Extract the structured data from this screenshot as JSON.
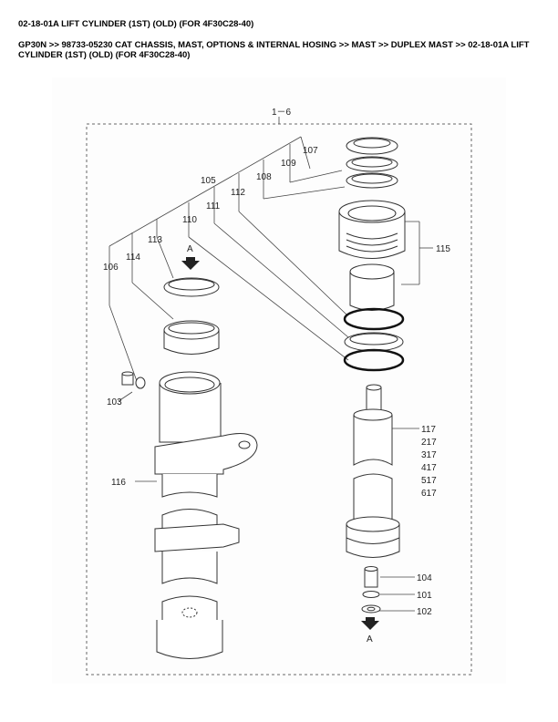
{
  "page_title": "02-18-01A LIFT CYLINDER (1ST) (OLD) (FOR 4F30C28-40)",
  "breadcrumb": "GP30N >> 98733-05230 CAT CHASSIS, MAST, OPTIONS & INTERNAL HOSING >> MAST >> DUPLEX MAST >> 02-18-01A LIFT CYLINDER (1ST) (OLD) (FOR 4F30C28-40)",
  "diagram": {
    "assembly_label": "1－6",
    "view_marker_top": "A",
    "view_marker_bottom": "A",
    "callouts": {
      "c101": "101",
      "c102": "102",
      "c103": "103",
      "c104": "104",
      "c105": "105",
      "c106": "106",
      "c107": "107",
      "c108": "108",
      "c109": "109",
      "c110": "110",
      "c111": "111",
      "c112": "112",
      "c113": "113",
      "c114": "114",
      "c115": "115",
      "c116": "116",
      "c117": "117",
      "c217": "217",
      "c317": "317",
      "c417": "417",
      "c517": "517",
      "c617": "617"
    }
  }
}
